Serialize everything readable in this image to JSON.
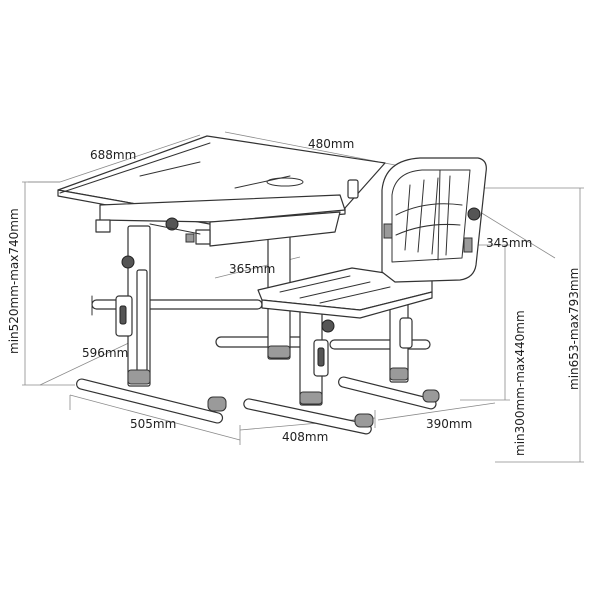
{
  "dimensions": {
    "desk_width": "688mm",
    "desk_depth": "480mm",
    "desk_height": "min520mm-max740mm",
    "desk_foot_depth": "596mm",
    "desk_base_width": "505mm",
    "desk_leg_gap": "365mm",
    "chair_base_width": "408mm",
    "chair_base_depth": "390mm",
    "chair_seat_height": "min300mm-max440mm",
    "chair_back_height": "345mm",
    "chair_total_height": "min653-max793mm"
  },
  "colors": {
    "line": "#333333",
    "dimension_line": "#8a8a8a",
    "accent_grey": "#9a9a9a"
  }
}
